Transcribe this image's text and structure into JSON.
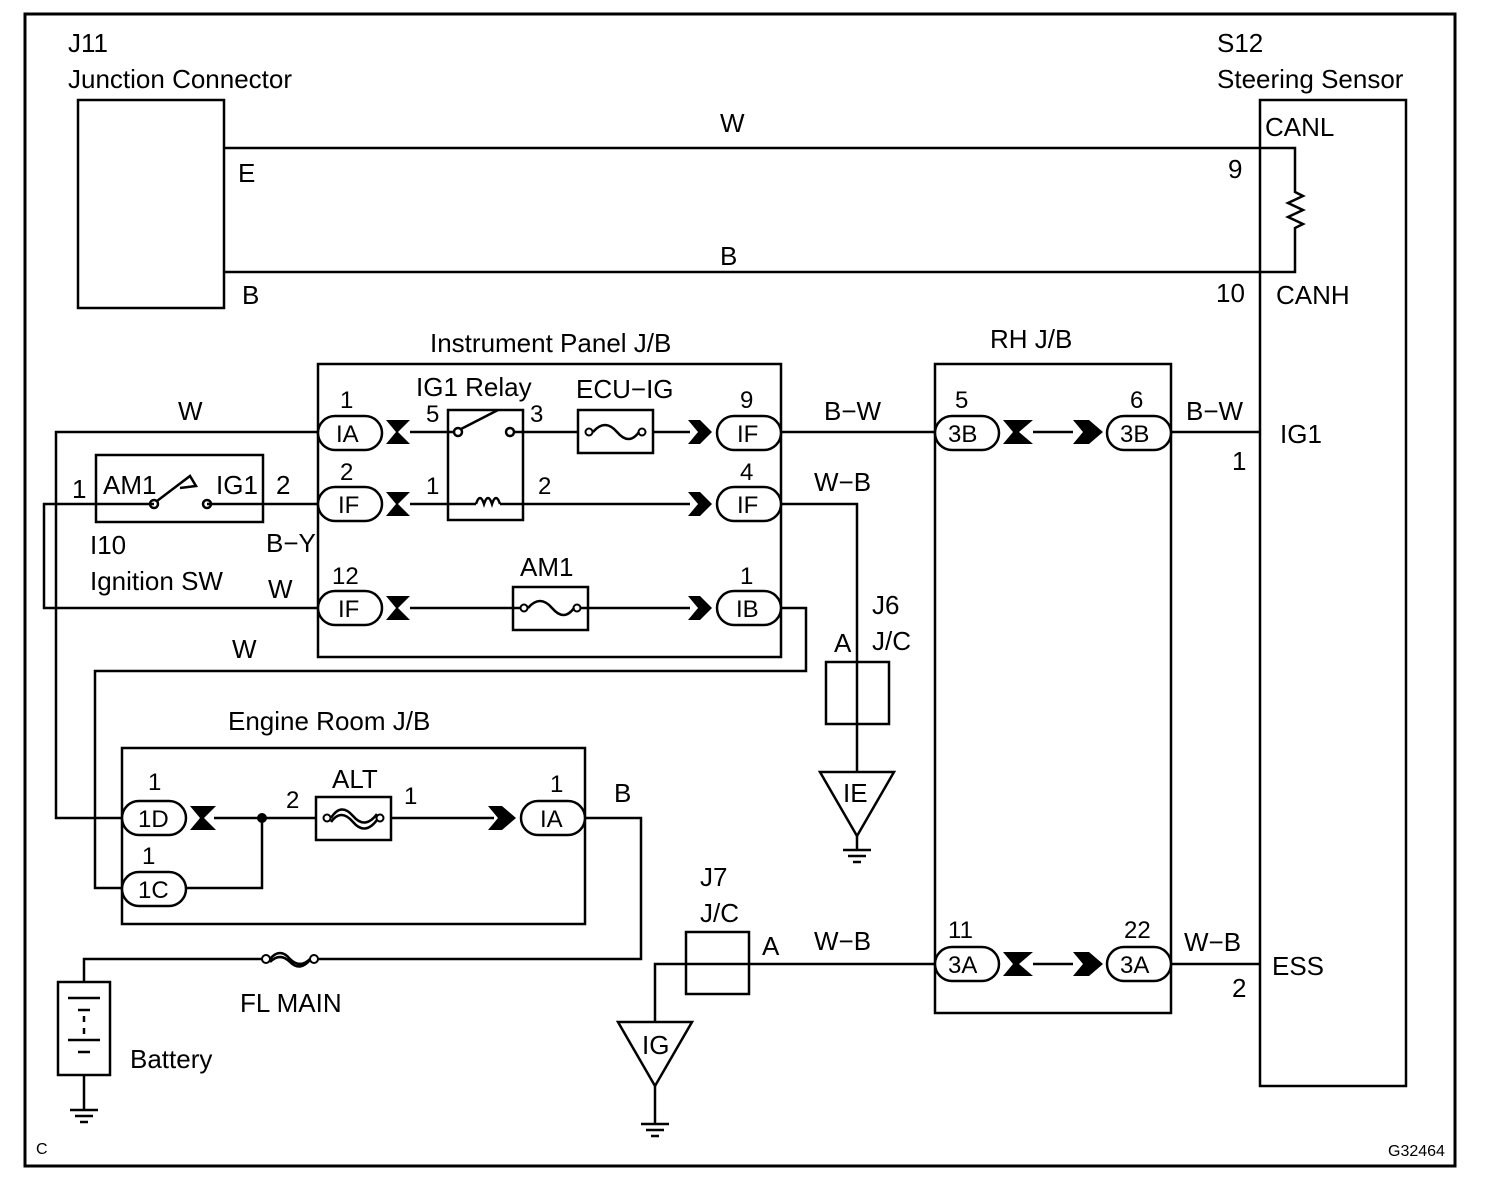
{
  "components": {
    "j11": {
      "ref": "J11",
      "name": "Junction Connector"
    },
    "s12": {
      "ref": "S12",
      "name": "Steering Sensor"
    },
    "ip_jb": {
      "name": "Instrument Panel J/B"
    },
    "rh_jb": {
      "name": "RH J/B"
    },
    "er_jb": {
      "name": "Engine Room J/B"
    },
    "ig1_relay": {
      "name": "IG1 Relay"
    },
    "ecu_ig": {
      "name": "ECU−IG"
    },
    "am1_fuse": {
      "name": "AM1"
    },
    "alt_fuse": {
      "name": "ALT"
    },
    "fl_main": {
      "name": "FL MAIN"
    },
    "battery": {
      "name": "Battery"
    },
    "ign_sw": {
      "ref": "I10",
      "name": "Ignition SW",
      "pin_am1": "AM1",
      "pin_ig1": "IG1"
    },
    "j6": {
      "ref": "J6",
      "name": "J/C",
      "pin": "A"
    },
    "j7": {
      "ref": "J7",
      "name": "J/C",
      "pin": "A"
    },
    "ground_ie": "IE",
    "ground_ig": "IG"
  },
  "terminals": {
    "j11_e": "E",
    "j11_b": "B",
    "s12_canl": "CANL",
    "s12_canh": "CANH",
    "s12_ig1": "IG1",
    "s12_ess": "ESS",
    "s12_pin9": "9",
    "s12_pin10": "10",
    "s12_pin1": "1",
    "s12_pin2": "2"
  },
  "wires": {
    "canl": "W",
    "canh": "B",
    "ia_in": "W",
    "if9_out": "B−W",
    "rh_out": "B−W",
    "if4_out": "W−B",
    "ign_out": "B−Y",
    "if12_in": "W",
    "ib_out": "W",
    "alt_out": "B",
    "j7_out": "W−B",
    "rh_ess": "W−B"
  },
  "connectors": {
    "ip_ia": {
      "pin": "1",
      "label": "IA"
    },
    "ip_if2": {
      "pin": "2",
      "label": "IF"
    },
    "ip_if12": {
      "pin": "12",
      "label": "IF"
    },
    "ip_if9": {
      "pin": "9",
      "label": "IF"
    },
    "ip_if4": {
      "pin": "4",
      "label": "IF"
    },
    "ip_ib": {
      "pin": "1",
      "label": "IB"
    },
    "rh_3b5": {
      "pin": "5",
      "label": "3B"
    },
    "rh_3b6": {
      "pin": "6",
      "label": "3B"
    },
    "rh_3a11": {
      "pin": "11",
      "label": "3A"
    },
    "rh_3a22": {
      "pin": "22",
      "label": "3A"
    },
    "er_1d": {
      "pin": "1",
      "label": "1D"
    },
    "er_1c": {
      "pin": "1",
      "label": "1C"
    },
    "er_ia": {
      "pin": "1",
      "label": "IA"
    }
  },
  "pins": {
    "relay_5": "5",
    "relay_3": "3",
    "relay_1": "1",
    "relay_2": "2",
    "sw_1": "1",
    "sw_2": "2",
    "alt_2": "2",
    "alt_1": "1"
  },
  "corner_mark": "C",
  "figure_code": "G32464"
}
